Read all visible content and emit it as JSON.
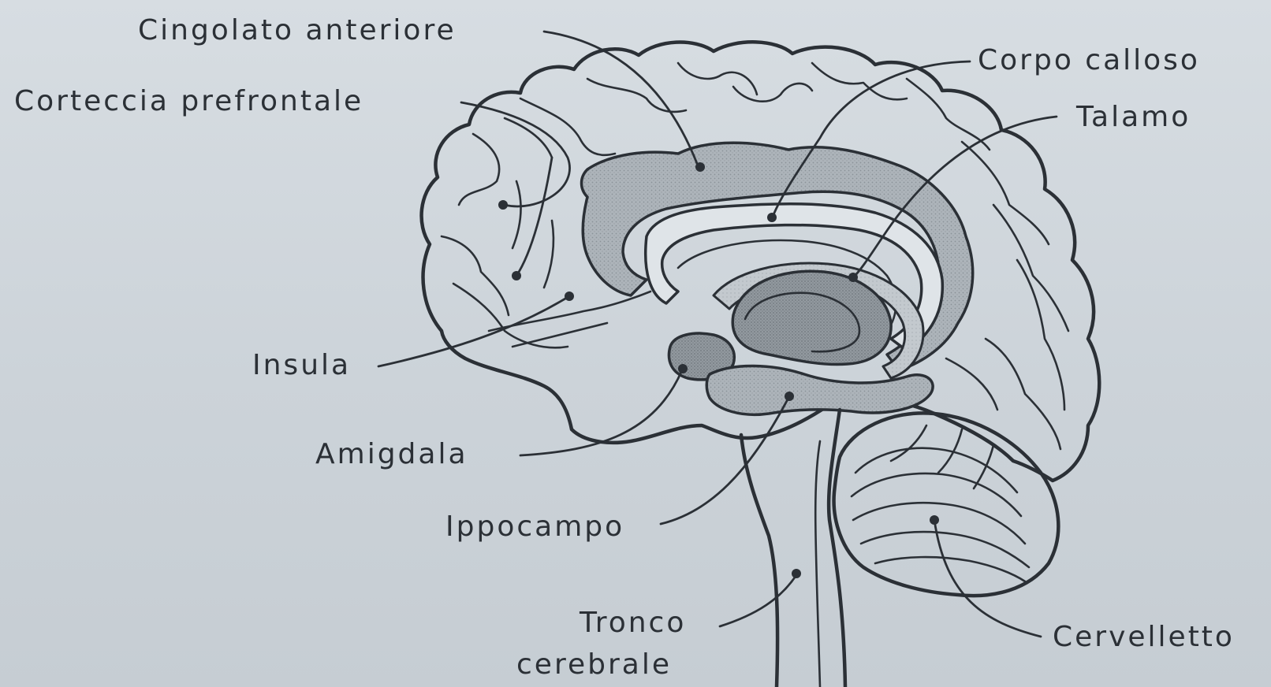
{
  "diagram": {
    "labels": {
      "cingolato": "Cingolato anteriore",
      "prefrontale": "Corteccia prefrontale",
      "insula": "Insula",
      "amigdala": "Amigdala",
      "ippocampo": "Ippocampo",
      "tronco_1": "Tronco",
      "tronco_2": "cerebrale",
      "corpo_calloso": "Corpo calloso",
      "talamo": "Talamo",
      "cervelletto": "Cervelletto"
    },
    "colors": {
      "ink": "#2b3036",
      "background": "#d3d9de",
      "cingulate_fill": "#a9b0b6",
      "callosum_fill": "#dfe4e8",
      "thalamus_fill": "#8e959b",
      "limbic_fill": "#a2a9af"
    }
  }
}
